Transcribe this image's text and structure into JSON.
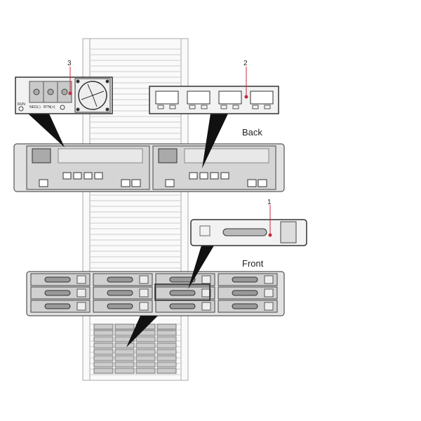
{
  "callouts": {
    "one": "1",
    "two": "2",
    "three": "3"
  },
  "labels": {
    "back": "Back",
    "front": "Front",
    "run": "RUN",
    "neg": "NEG(-)",
    "rtn": "RTN(+)"
  },
  "colors": {
    "callout_dot": "#c8283c",
    "chassis": "#d9d9d9",
    "outline": "#333333"
  }
}
